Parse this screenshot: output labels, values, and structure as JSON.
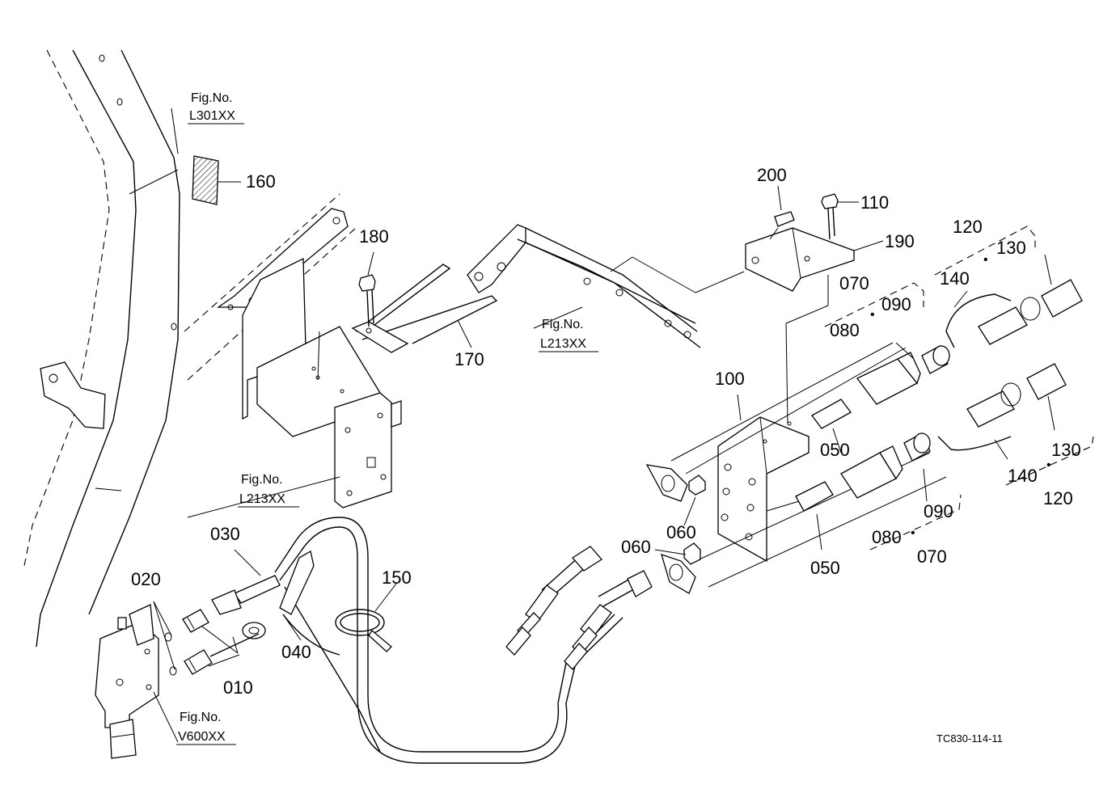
{
  "parts": {
    "p010": "010",
    "p020": "020",
    "p030": "030",
    "p040": "040",
    "p050a": "050",
    "p050b": "050",
    "p060a": "060",
    "p060b": "060",
    "p070a": "070",
    "p070b": "070",
    "p080a": "080",
    "p080b": "080",
    "p090a": "090",
    "p090b": "090",
    "p100": "100",
    "p110": "110",
    "p120a": "120",
    "p120b": "120",
    "p130a": "130",
    "p130b": "130",
    "p140a": "140",
    "p140b": "140",
    "p150": "150",
    "p160": "160",
    "p170": "170",
    "p180": "180",
    "p190": "190",
    "p200": "200"
  },
  "figrefs": {
    "l301": {
      "label": "Fig.No.",
      "code": "L301XX"
    },
    "l213a": {
      "label": "Fig.No.",
      "code": "L213XX"
    },
    "l213b": {
      "label": "Fig.No.",
      "code": "L213XX"
    },
    "v600": {
      "label": "Fig.No.",
      "code": "V600XX"
    }
  },
  "dot_separator": "•",
  "drawing_code": "TC830-114-11"
}
